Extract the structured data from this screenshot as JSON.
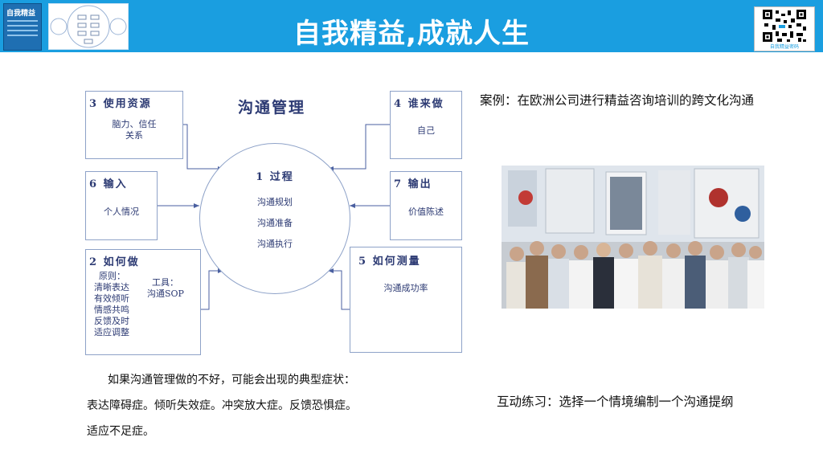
{
  "header": {
    "title": "自我精益,成就人生",
    "book_title": "自我精益",
    "qr_caption": "自我精益密码"
  },
  "diagram": {
    "title": "沟通管理",
    "center": {
      "title": "1  过程",
      "items": [
        "沟通规划",
        "沟通准备",
        "沟通执行"
      ]
    },
    "boxes": {
      "resources": {
        "num": "3  使用资源",
        "lines": [
          "脑力、信任",
          "关系"
        ]
      },
      "who": {
        "num": "4  谁来做",
        "lines": [
          "自己"
        ]
      },
      "input": {
        "num": "6  输入",
        "lines": [
          "个人情况"
        ]
      },
      "output": {
        "num": "7  输出",
        "lines": [
          "价值陈述"
        ]
      },
      "how": {
        "num": "2  如何做",
        "principle_label": "原则：",
        "principles": [
          "清晰表达",
          "有效倾听",
          "情感共鸣",
          "反馈及时",
          "适应调整"
        ],
        "tool_label": "工具：",
        "tool": "沟通SOP"
      },
      "measure": {
        "num": "5  如何测量",
        "lines": [
          "沟通成功率"
        ]
      }
    }
  },
  "symptoms": {
    "line1": "如果沟通管理做的不好，可能会出现的典型症状：",
    "line2": "表达障碍症。倾听失效症。冲突放大症。反馈恐惧症。",
    "line3": "适应不足症。"
  },
  "case_text": "案例：在欧洲公司进行精益咨询培训的跨文化沟通",
  "interactive_text": "互动练习：选择一个情境编制一个沟通提纲",
  "colors": {
    "header": "#1a9ee0",
    "diagram_text": "#2c3a73",
    "border": "#8ea2c8"
  }
}
